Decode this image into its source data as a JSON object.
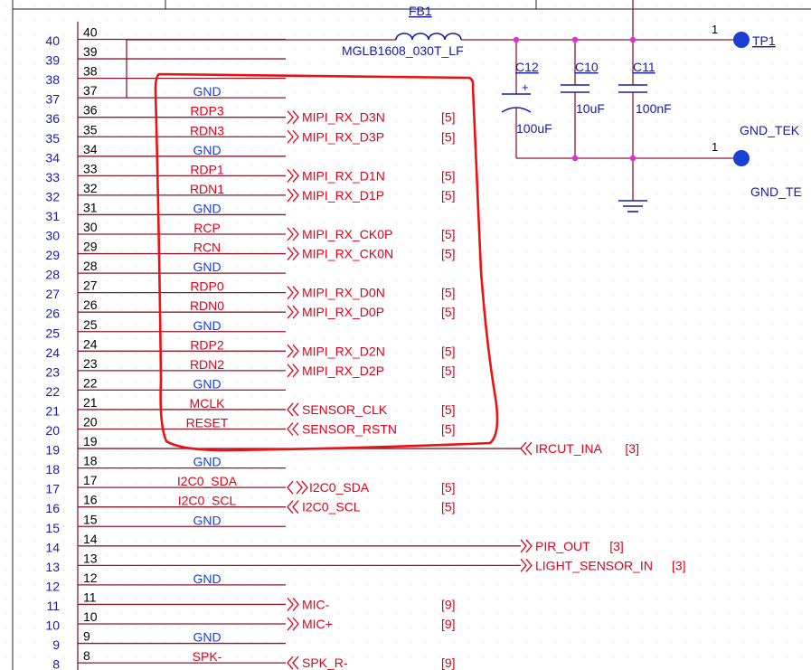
{
  "outer_pins": [
    "40",
    "39",
    "38",
    "37",
    "36",
    "35",
    "34",
    "33",
    "32",
    "31",
    "30",
    "29",
    "28",
    "27",
    "26",
    "25",
    "24",
    "23",
    "22",
    "21",
    "20",
    "19",
    "18",
    "17",
    "16",
    "15",
    "14",
    "13",
    "12",
    "11",
    "10",
    "9",
    "8"
  ],
  "pins": [
    {
      "num": "40",
      "name": ""
    },
    {
      "num": "39",
      "name": ""
    },
    {
      "num": "38",
      "name": ""
    },
    {
      "num": "37",
      "name": "GND"
    },
    {
      "num": "36",
      "name": "RDP3"
    },
    {
      "num": "35",
      "name": "RDN3"
    },
    {
      "num": "34",
      "name": "GND"
    },
    {
      "num": "33",
      "name": "RDP1"
    },
    {
      "num": "32",
      "name": "RDN1"
    },
    {
      "num": "31",
      "name": "GND"
    },
    {
      "num": "30",
      "name": "RCP"
    },
    {
      "num": "29",
      "name": "RCN"
    },
    {
      "num": "28",
      "name": "GND"
    },
    {
      "num": "27",
      "name": "RDP0"
    },
    {
      "num": "26",
      "name": "RDN0"
    },
    {
      "num": "25",
      "name": "GND"
    },
    {
      "num": "24",
      "name": "RDP2"
    },
    {
      "num": "23",
      "name": "RDN2"
    },
    {
      "num": "22",
      "name": "GND"
    },
    {
      "num": "21",
      "name": "MCLK"
    },
    {
      "num": "20",
      "name": "RESET"
    },
    {
      "num": "19",
      "name": ""
    },
    {
      "num": "18",
      "name": "GND"
    },
    {
      "num": "17",
      "name": "I2C0_SDA"
    },
    {
      "num": "16",
      "name": "I2C0_SCL"
    },
    {
      "num": "15",
      "name": "GND"
    },
    {
      "num": "14",
      "name": ""
    },
    {
      "num": "13",
      "name": ""
    },
    {
      "num": "12",
      "name": "GND"
    },
    {
      "num": "11",
      "name": ""
    },
    {
      "num": "10",
      "name": ""
    },
    {
      "num": "9",
      "name": "GND"
    },
    {
      "num": "8",
      "name": "SPK-"
    }
  ],
  "nets": [
    {
      "pin": "36",
      "label": "MIPI_RX_D3N",
      "ref": "[5]",
      "dir": "out"
    },
    {
      "pin": "35",
      "label": "MIPI_RX_D3P",
      "ref": "[5]",
      "dir": "out"
    },
    {
      "pin": "33",
      "label": "MIPI_RX_D1N",
      "ref": "[5]",
      "dir": "out"
    },
    {
      "pin": "32",
      "label": "MIPI_RX_D1P",
      "ref": "[5]",
      "dir": "out"
    },
    {
      "pin": "30",
      "label": "MIPI_RX_CK0P",
      "ref": "[5]",
      "dir": "out"
    },
    {
      "pin": "29",
      "label": "MIPI_RX_CK0N",
      "ref": "[5]",
      "dir": "out"
    },
    {
      "pin": "27",
      "label": "MIPI_RX_D0N",
      "ref": "[5]",
      "dir": "out"
    },
    {
      "pin": "26",
      "label": "MIPI_RX_D0P",
      "ref": "[5]",
      "dir": "out"
    },
    {
      "pin": "24",
      "label": "MIPI_RX_D2N",
      "ref": "[5]",
      "dir": "out"
    },
    {
      "pin": "23",
      "label": "MIPI_RX_D2P",
      "ref": "[5]",
      "dir": "out"
    },
    {
      "pin": "21",
      "label": "SENSOR_CLK",
      "ref": "[5]",
      "dir": "in"
    },
    {
      "pin": "20",
      "label": "SENSOR_RSTN",
      "ref": "[5]",
      "dir": "in"
    },
    {
      "pin": "19",
      "label": "IRCUT_INA",
      "ref": "[3]",
      "dir": "in",
      "far": true
    },
    {
      "pin": "17",
      "label": "I2C0_SDA",
      "ref": "[5]",
      "dir": "bidir"
    },
    {
      "pin": "16",
      "label": "I2C0_SCL",
      "ref": "[5]",
      "dir": "in"
    },
    {
      "pin": "14",
      "label": "PIR_OUT",
      "ref": "[3]",
      "dir": "out",
      "far": true
    },
    {
      "pin": "13",
      "label": "LIGHT_SENSOR_IN",
      "ref": "[3]",
      "dir": "out",
      "far": true
    },
    {
      "pin": "11",
      "label": "MIC-",
      "ref": "[9]",
      "dir": "out"
    },
    {
      "pin": "10",
      "label": "MIC+",
      "ref": "[9]",
      "dir": "out"
    },
    {
      "pin": "8",
      "label": "SPK_R-",
      "ref": "[9]",
      "dir": "in"
    }
  ],
  "ferrite": {
    "ref": "FB1",
    "part": "MGLB1608_030T_LF"
  },
  "capacitors": [
    {
      "ref": "C12",
      "value": "100uF",
      "polar_mark": "+"
    },
    {
      "ref": "C10",
      "value": "10uF"
    },
    {
      "ref": "C11",
      "value": "100nF"
    }
  ],
  "test_points": [
    {
      "pin": "1",
      "label": "TP1"
    },
    {
      "pin": "1",
      "label": "GND_TEK"
    }
  ],
  "gnd_net_label": "GND_TE",
  "colors": {
    "wire": "#8b1a2b",
    "pin_name": "#1a3fd6",
    "signal_name": "#e0001a",
    "net_label": "#e0001a",
    "ref_text": "#1a1aa8",
    "junction": "#e62bd6",
    "grid_dot": "#c8c8c8",
    "highlight": "#ee1111"
  }
}
